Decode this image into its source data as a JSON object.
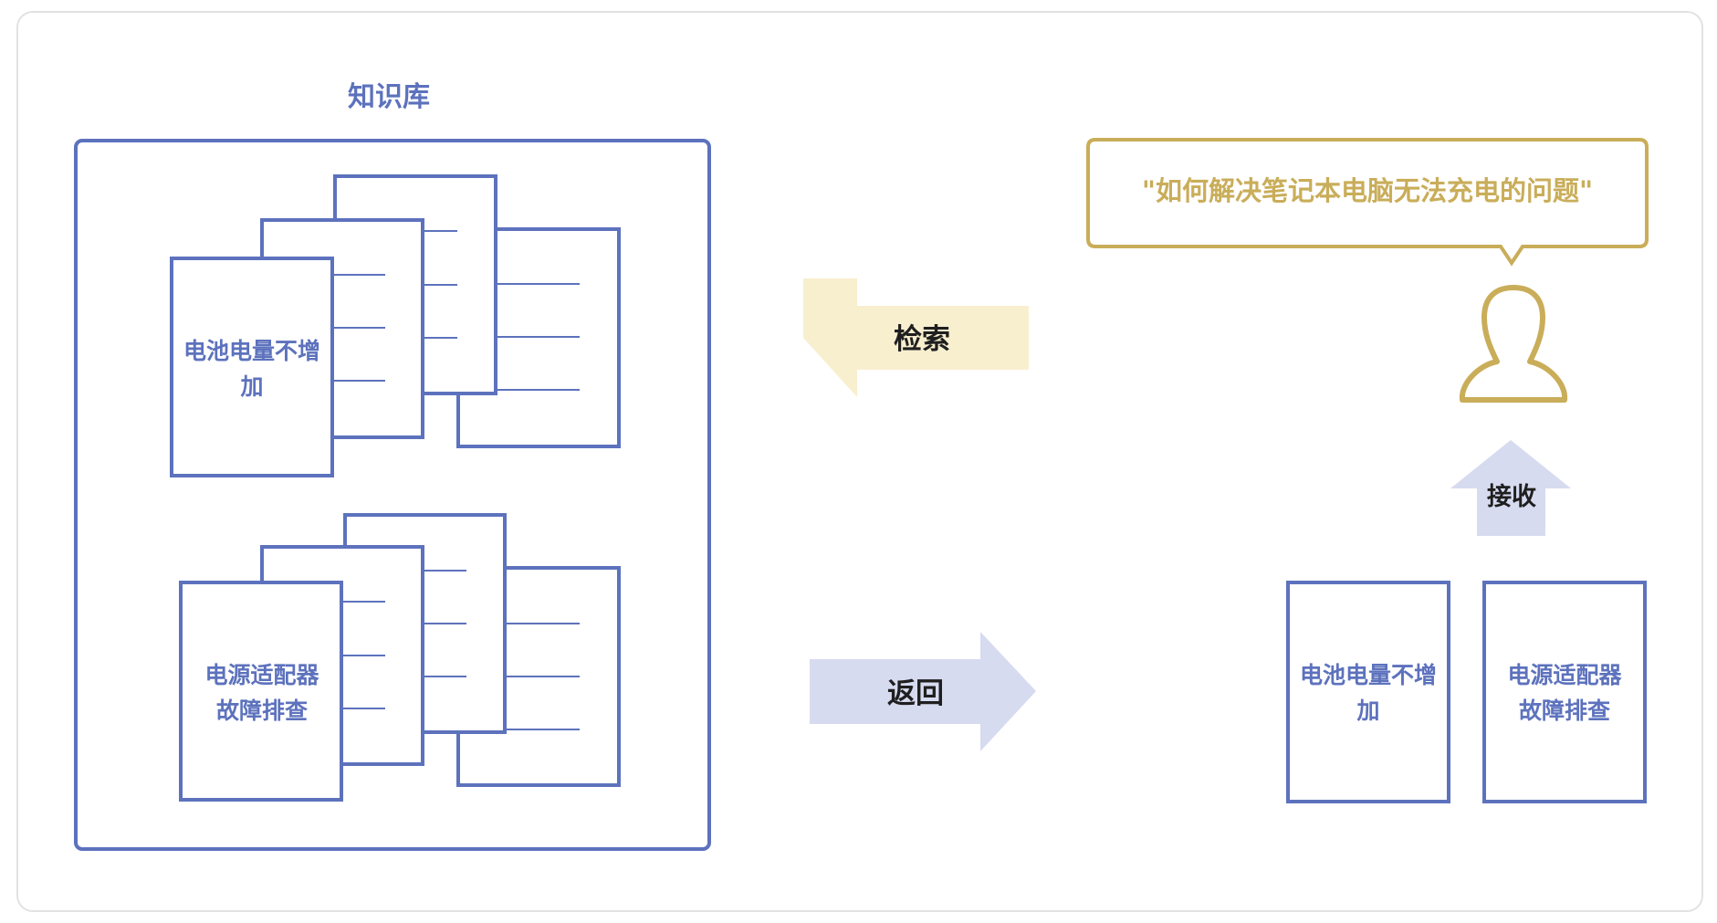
{
  "knowledge_base": {
    "title": "知识库",
    "doc_group_1": {
      "label_line1": "电池电量不增",
      "label_line2": "加"
    },
    "doc_group_2": {
      "label_line1": "电源适配器",
      "label_line2": "故障排查"
    }
  },
  "arrows": {
    "retrieve_label": "检索",
    "return_label": "返回",
    "receive_label": "接收"
  },
  "user": {
    "query": "\"如何解决笔记本电脑无法充电的问题\""
  },
  "results": [
    {
      "label_line1": "电池电量不增",
      "label_line2": "加"
    },
    {
      "label_line1": "电源适配器",
      "label_line2": "故障排查"
    }
  ],
  "colors": {
    "blue_stroke": "#5d72bd",
    "blue_fill": "#d7dbf0",
    "gold_stroke": "#c9ad59",
    "gold_fill": "#f8efcf",
    "frame_border": "#e2e2e2"
  }
}
